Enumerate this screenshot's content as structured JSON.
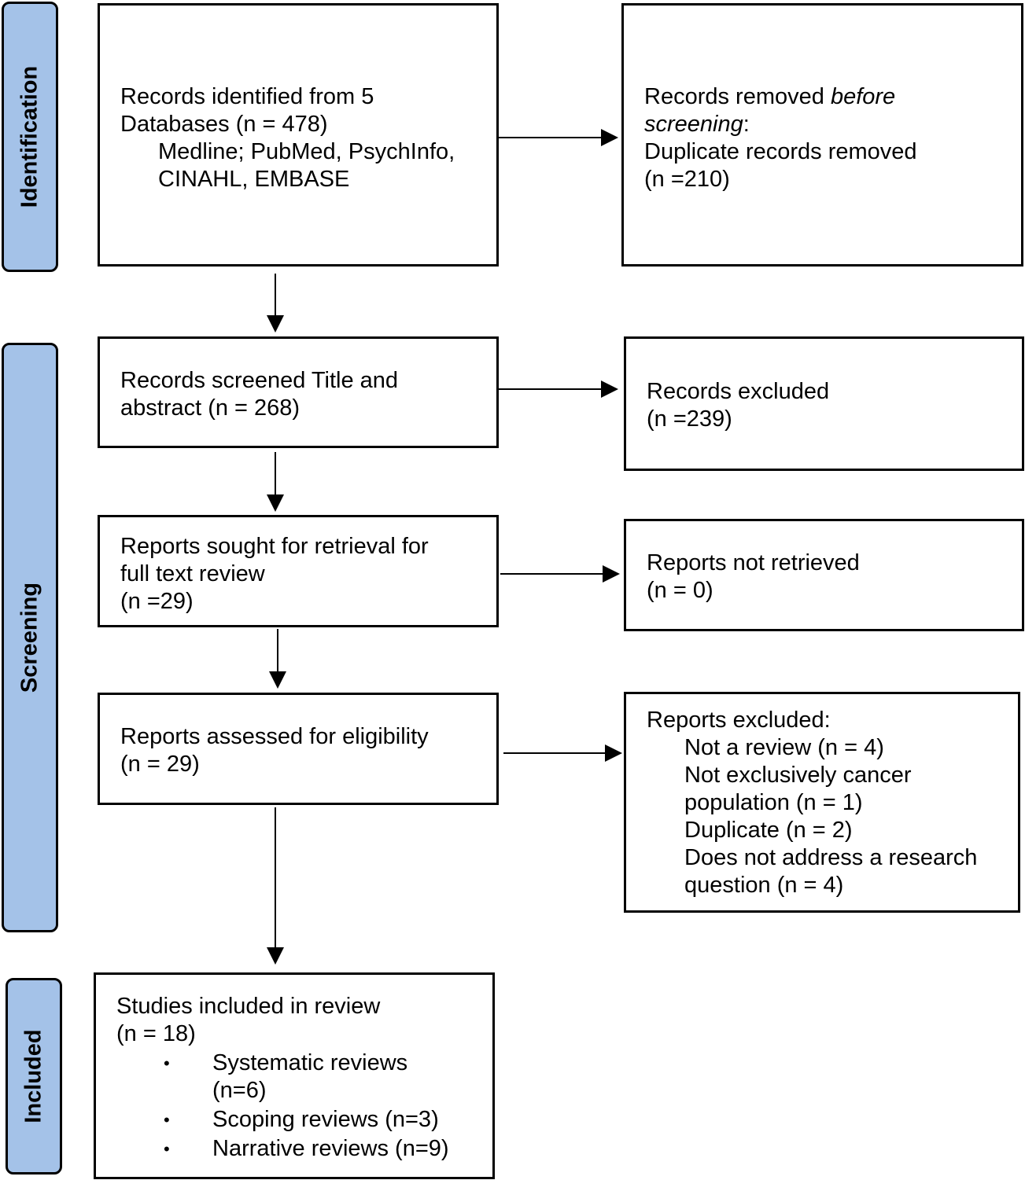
{
  "phases": {
    "identification": "Identification",
    "screening": "Screening",
    "included": "Included"
  },
  "boxes": {
    "identified": {
      "line1": "Records identified from 5",
      "line2": "Databases (n = 478)",
      "line3": "Medline; PubMed, PsychInfo,",
      "line4": "CINAHL, EMBASE"
    },
    "removed": {
      "line1_pre": "Records removed ",
      "line1_italic": "before",
      "line2_italic": "screening",
      "line2_post": ":",
      "line3": "Duplicate records removed",
      "line4": "(n =210)"
    },
    "screened": {
      "line1": "Records screened Title and",
      "line2": "abstract (n = 268)"
    },
    "excluded": {
      "line1": "Records excluded",
      "line2": "(n =239)"
    },
    "sought": {
      "line1": "Reports sought for retrieval for",
      "line2": "full text review",
      "line3": "(n =29)"
    },
    "not_retrieved": {
      "line1": "Reports not retrieved",
      "line2": "(n = 0)"
    },
    "assessed": {
      "line1": "Reports assessed for eligibility",
      "line2": "(n = 29)"
    },
    "reports_excluded": {
      "title": "Reports excluded:",
      "items": [
        "Not a review (n = 4)",
        "Not exclusively cancer",
        "population (n = 1)",
        "Duplicate (n = 2)",
        "Does not address a research",
        "question (n = 4)"
      ]
    },
    "included": {
      "line1": "Studies included in review",
      "line2": "(n = 18)",
      "bullet_char": "•",
      "bullets": [
        {
          "line1": "Systematic reviews",
          "line2": "(n=6)"
        },
        {
          "line1": "Scoping reviews (n=3)"
        },
        {
          "line1": "Narrative reviews (n=9)"
        }
      ]
    }
  }
}
